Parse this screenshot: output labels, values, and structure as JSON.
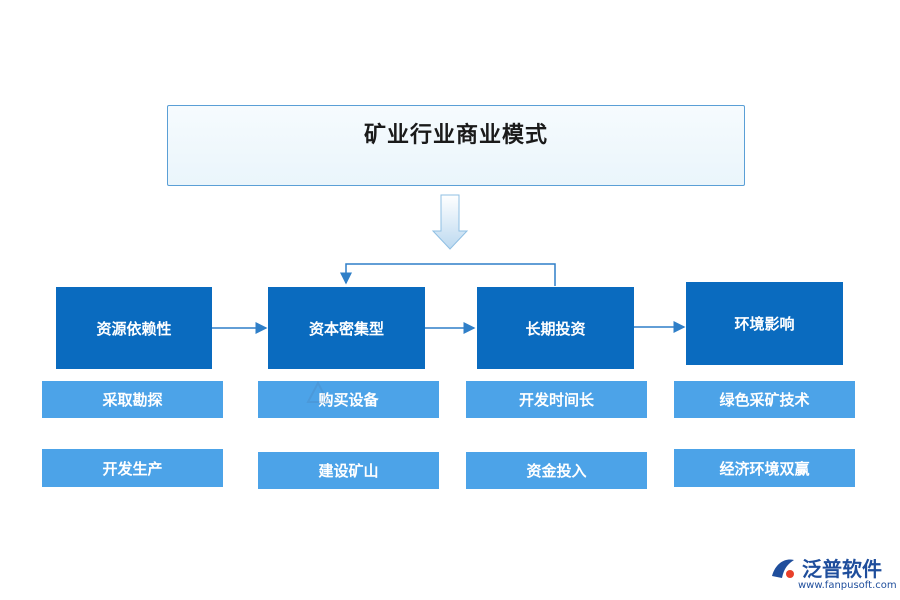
{
  "title": "矿业行业商业模式",
  "main_nodes": [
    "资源依赖性",
    "资本密集型",
    "长期投资",
    "环境影响"
  ],
  "sub_nodes": [
    [
      "采取勘探",
      "开发生产"
    ],
    [
      "购买设备",
      "建设矿山"
    ],
    [
      "开发时间长",
      "资金投入"
    ],
    [
      "绿色采矿技术",
      "经济环境双赢"
    ]
  ],
  "brand": {
    "name": "泛普软件",
    "url": "www.fanpusoft.com"
  },
  "colors": {
    "main": "#0a6bbf",
    "sub": "#4ca3e8",
    "border": "#5a9fd6",
    "brand": "#1f4e9c"
  }
}
